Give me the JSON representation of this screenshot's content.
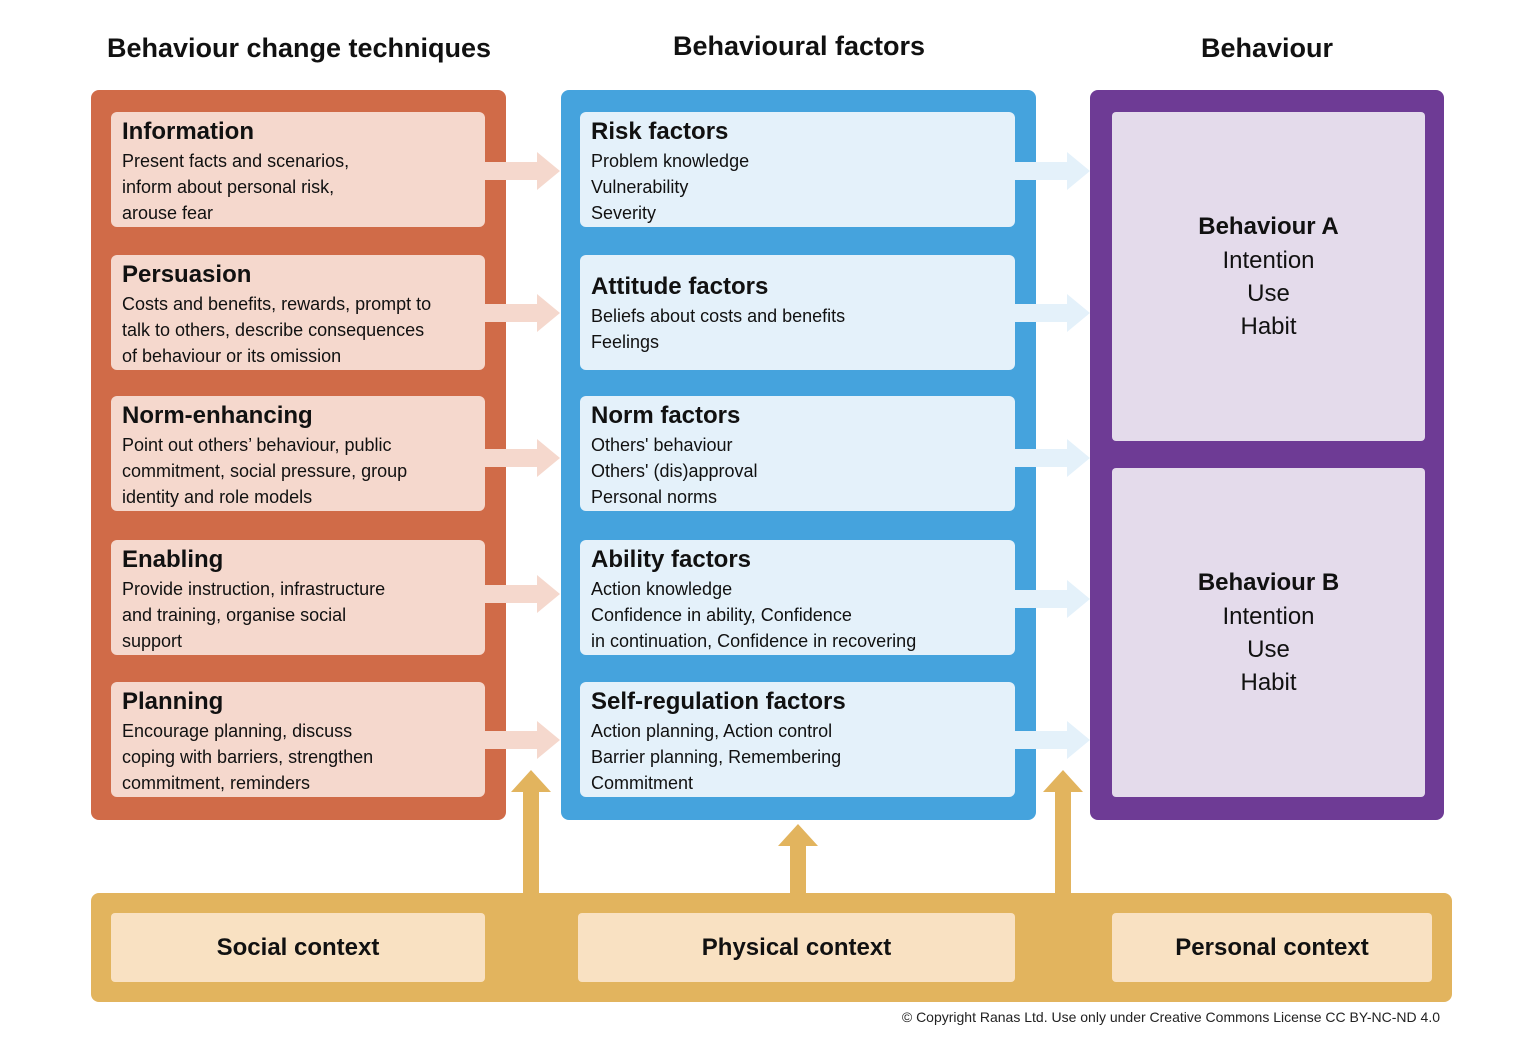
{
  "columns": {
    "techniques_title": "Behaviour change techniques",
    "factors_title": "Behavioural factors",
    "behaviour_title": "Behaviour"
  },
  "techniques": [
    {
      "title": "Information",
      "desc": "Present facts and scenarios,\ninform about personal risk,\narouse fear"
    },
    {
      "title": "Persuasion",
      "desc": "Costs and benefits, rewards, prompt to\ntalk to others, describe consequences\nof behaviour or its omission"
    },
    {
      "title": "Norm-enhancing",
      "desc": "Point out others’ behaviour, public\ncommitment, social pressure, group\nidentity and role models"
    },
    {
      "title": "Enabling",
      "desc": "Provide instruction, infrastructure\nand training, organise social\nsupport"
    },
    {
      "title": "Planning",
      "desc": "Encourage planning, discuss\ncoping with barriers, strengthen\ncommitment, reminders"
    }
  ],
  "factors": [
    {
      "title": "Risk factors",
      "desc": "Problem knowledge\nVulnerability\nSeverity"
    },
    {
      "title": "Attitude factors",
      "desc": "Beliefs about costs and benefits\nFeelings"
    },
    {
      "title": "Norm factors",
      "desc": "Others' behaviour\nOthers' (dis)approval\nPersonal norms"
    },
    {
      "title": "Ability factors",
      "desc": "Action knowledge\nConfidence in ability, Confidence\nin continuation, Confidence in recovering"
    },
    {
      "title": "Self-regulation factors",
      "desc": "Action planning, Action control\nBarrier planning, Remembering\nCommitment"
    }
  ],
  "behaviours": [
    {
      "title": "Behaviour A",
      "lines": [
        "Intention",
        "Use",
        "Habit"
      ]
    },
    {
      "title": "Behaviour B",
      "lines": [
        "Intention",
        "Use",
        "Habit"
      ]
    }
  ],
  "contexts": [
    "Social context",
    "Physical context",
    "Personal context"
  ],
  "copyright": "© Copyright Ranas Ltd. Use only under Creative Commons License CC BY-NC-ND 4.0",
  "colors": {
    "techniques_panel": "#d06b48",
    "techniques_card": "#f5d8cd",
    "factors_panel": "#45a3dd",
    "factors_card": "#e4f1fa",
    "behaviour_panel": "#6e3b95",
    "behaviour_card": "#e4dbeb",
    "context_panel": "#e2b45e",
    "context_card": "#f9e1c2",
    "arrow_techniques": "#f5d8cd",
    "arrow_factors": "#e4f1fa",
    "arrow_context": "#e2b45e"
  }
}
